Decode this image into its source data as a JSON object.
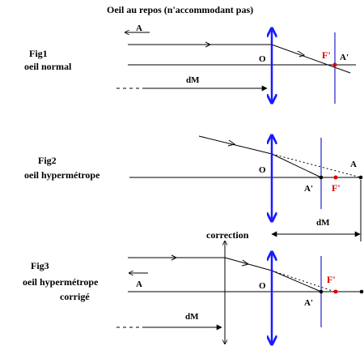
{
  "title": "Oeil au repos (n'accommodant pas)",
  "colors": {
    "ink": "#000000",
    "lens": "#1a1aff",
    "retina": "#2222cc",
    "focus": "#dd0000"
  },
  "fig1": {
    "label": "Fig1",
    "caption": "oeil normal",
    "object_label": "A",
    "lens_label": "O",
    "focus_label": "F'",
    "image_label": "A'",
    "distance_label": "dM"
  },
  "fig2": {
    "label": "Fig2",
    "caption": "oeil hypermétrope",
    "object_label": "A",
    "lens_label": "O",
    "image_label": "A'",
    "focus_label": "F'",
    "distance_label": "dM"
  },
  "fig3": {
    "label": "Fig3",
    "caption_line1": "oeil hypermétrope",
    "caption_line2": "corrigé",
    "correction_label": "correction",
    "object_label": "A",
    "lens_label": "O",
    "focus_label": "F'",
    "image_label": "A'",
    "distance_label": "dM"
  }
}
